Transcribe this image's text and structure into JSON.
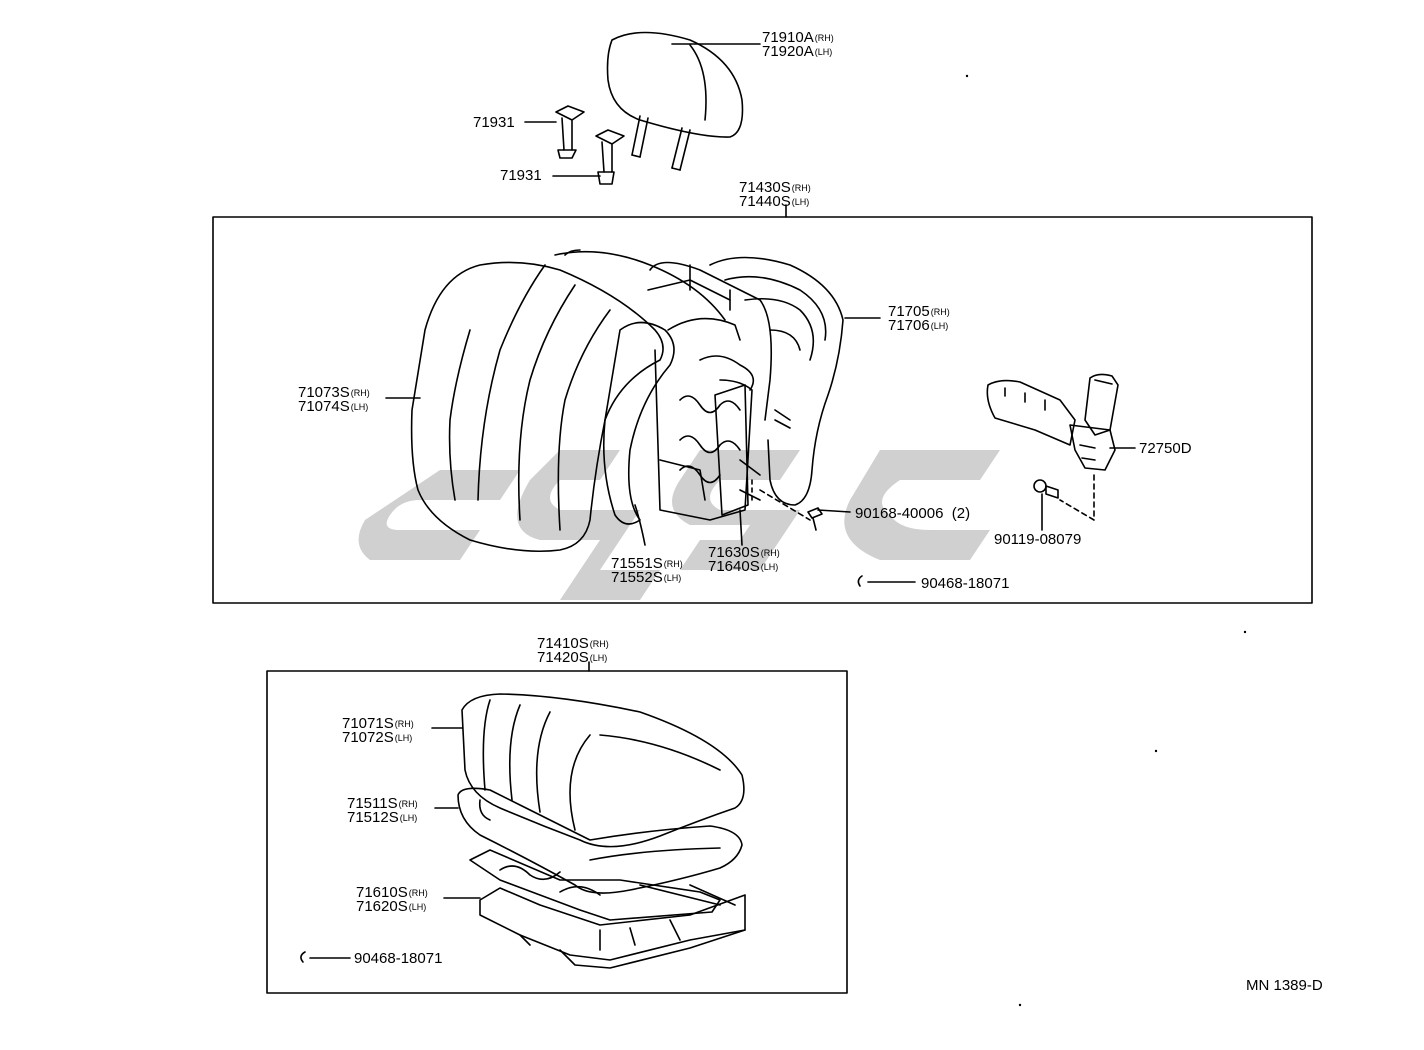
{
  "parts": {
    "headrest": {
      "rh": "71910A",
      "lh": "71920A"
    },
    "headrest_support_1": "71931",
    "headrest_support_2": "71931",
    "seatback_assy": {
      "rh": "71430S",
      "lh": "71440S"
    },
    "back_cover": {
      "rh": "71073S",
      "lh": "71074S"
    },
    "back_pad": {
      "rh": "71551S",
      "lh": "71552S"
    },
    "back_frame": {
      "rh": "71630S",
      "lh": "71640S"
    },
    "back_board": {
      "rh": "71705",
      "lh": "71706"
    },
    "recliner": "72750D",
    "screw": "90168-40006",
    "screw_qty": "(2)",
    "bolt": "90119-08079",
    "hog_ring_back": "90468-18071",
    "cushion_assy": {
      "rh": "71410S",
      "lh": "71420S"
    },
    "cushion_cover": {
      "rh": "71071S",
      "lh": "71072S"
    },
    "cushion_pad": {
      "rh": "71511S",
      "lh": "71512S"
    },
    "cushion_frame": {
      "rh": "71610S",
      "lh": "71620S"
    },
    "hog_ring_cushion": "90468-18071"
  },
  "suffix": {
    "rh": "(RH)",
    "lh": "(LH)"
  },
  "diagram_code": "MN 1389-D",
  "colors": {
    "line": "#000000",
    "watermark": "#c8c8c8",
    "background": "#ffffff"
  }
}
